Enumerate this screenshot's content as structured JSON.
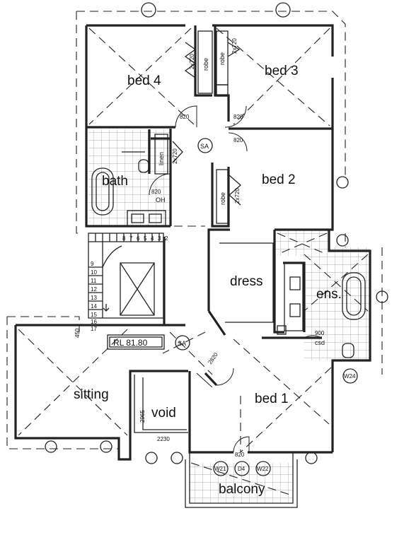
{
  "rooms": {
    "bed4": "bed 4",
    "bed3": "bed 3",
    "bed2": "bed 2",
    "bed1": "bed 1",
    "bath": "bath",
    "dress": "dress",
    "ens": "ens.",
    "sitting": "sitting",
    "void": "void",
    "balcony": "balcony"
  },
  "small_labels": {
    "robe_a": "robe",
    "robe_b": "robe",
    "robe_c": "robe",
    "linen": "linen",
    "oh": "OH",
    "csd": "csd"
  },
  "dimensions": {
    "d820_bed4": "820",
    "d820_bed3": "820",
    "d820_bed2": "820",
    "d820_bath": "820",
    "d820_bed1": "820",
    "d2x720_a": "2x720",
    "d2x720_b": "2x720",
    "d2x720_c": "2x720",
    "d2x720_d": "2x720",
    "d900": "900",
    "d2820": "2820",
    "d2965": "2965",
    "d2230": "2230",
    "d450": "450"
  },
  "stair_numbers": [
    "8",
    "7",
    "6",
    "5",
    "4",
    "3",
    "2",
    "9",
    "10",
    "11",
    "12",
    "13",
    "14",
    "15",
    "16",
    "17"
  ],
  "tags": {
    "sa_top": "SA",
    "sa_mid": "SA",
    "rl": "RL 81.80",
    "w21": "W21",
    "d4": "D4",
    "w22": "W22",
    "w24": "W24"
  }
}
